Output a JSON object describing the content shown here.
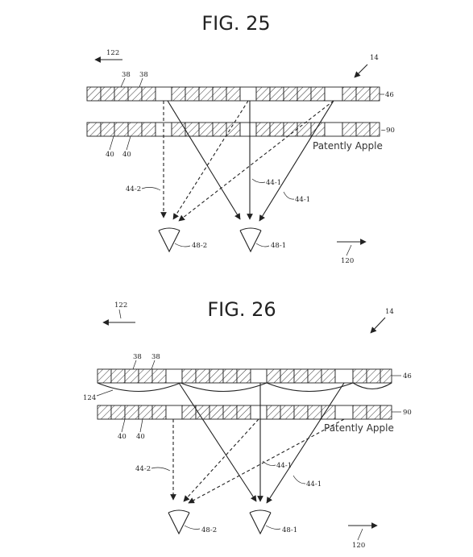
{
  "fig25": {
    "title": "FIG. 25",
    "labels": {
      "r122": "122",
      "r14": "14",
      "r38a": "38",
      "r38b": "38",
      "r46": "46",
      "r90": "~90",
      "r40a": "40",
      "r40b": "40",
      "r44_2": "44-2",
      "r44_1a": "44-1",
      "r44_1b": "44-1",
      "r48_2": "48-2",
      "r48_1": "48-1",
      "r120": "120"
    },
    "watermark": "Patently Apple"
  },
  "fig26": {
    "title": "FIG. 26",
    "labels": {
      "r122": "122",
      "r14": "14",
      "r38a": "38",
      "r38b": "38",
      "r46": "46",
      "r124": "124",
      "r90": "90",
      "r40a": "40",
      "r40b": "40",
      "r44_2": "44-2",
      "r44_1a": "44-1",
      "r44_1b": "44-1",
      "r48_2": "48-2",
      "r48_1": "48-1",
      "r120": "120"
    },
    "watermark": "Patently Apple"
  },
  "colors": {
    "line": "#222222",
    "background": "#ffffff"
  },
  "icons": {
    "eye": "eye-wedge-icon",
    "arrow": "arrow-icon"
  }
}
